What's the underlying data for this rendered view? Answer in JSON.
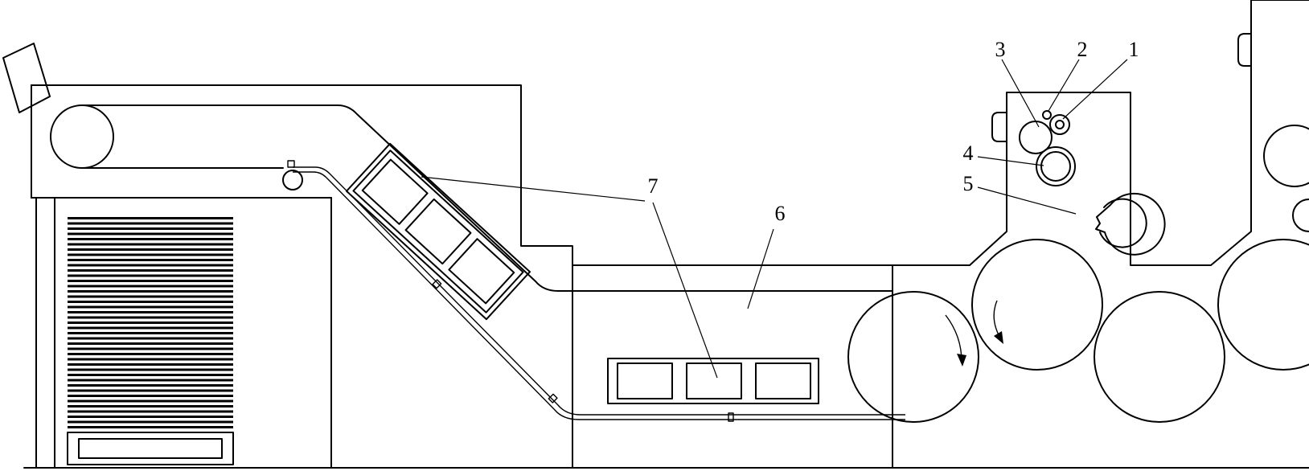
{
  "labels": {
    "label_1": "1",
    "label_2": "2",
    "label_3": "3",
    "label_4": "4",
    "label_5": "5",
    "label_6": "6",
    "label_7": "7"
  },
  "colors": {
    "line": "#000000",
    "background": "#ffffff"
  }
}
